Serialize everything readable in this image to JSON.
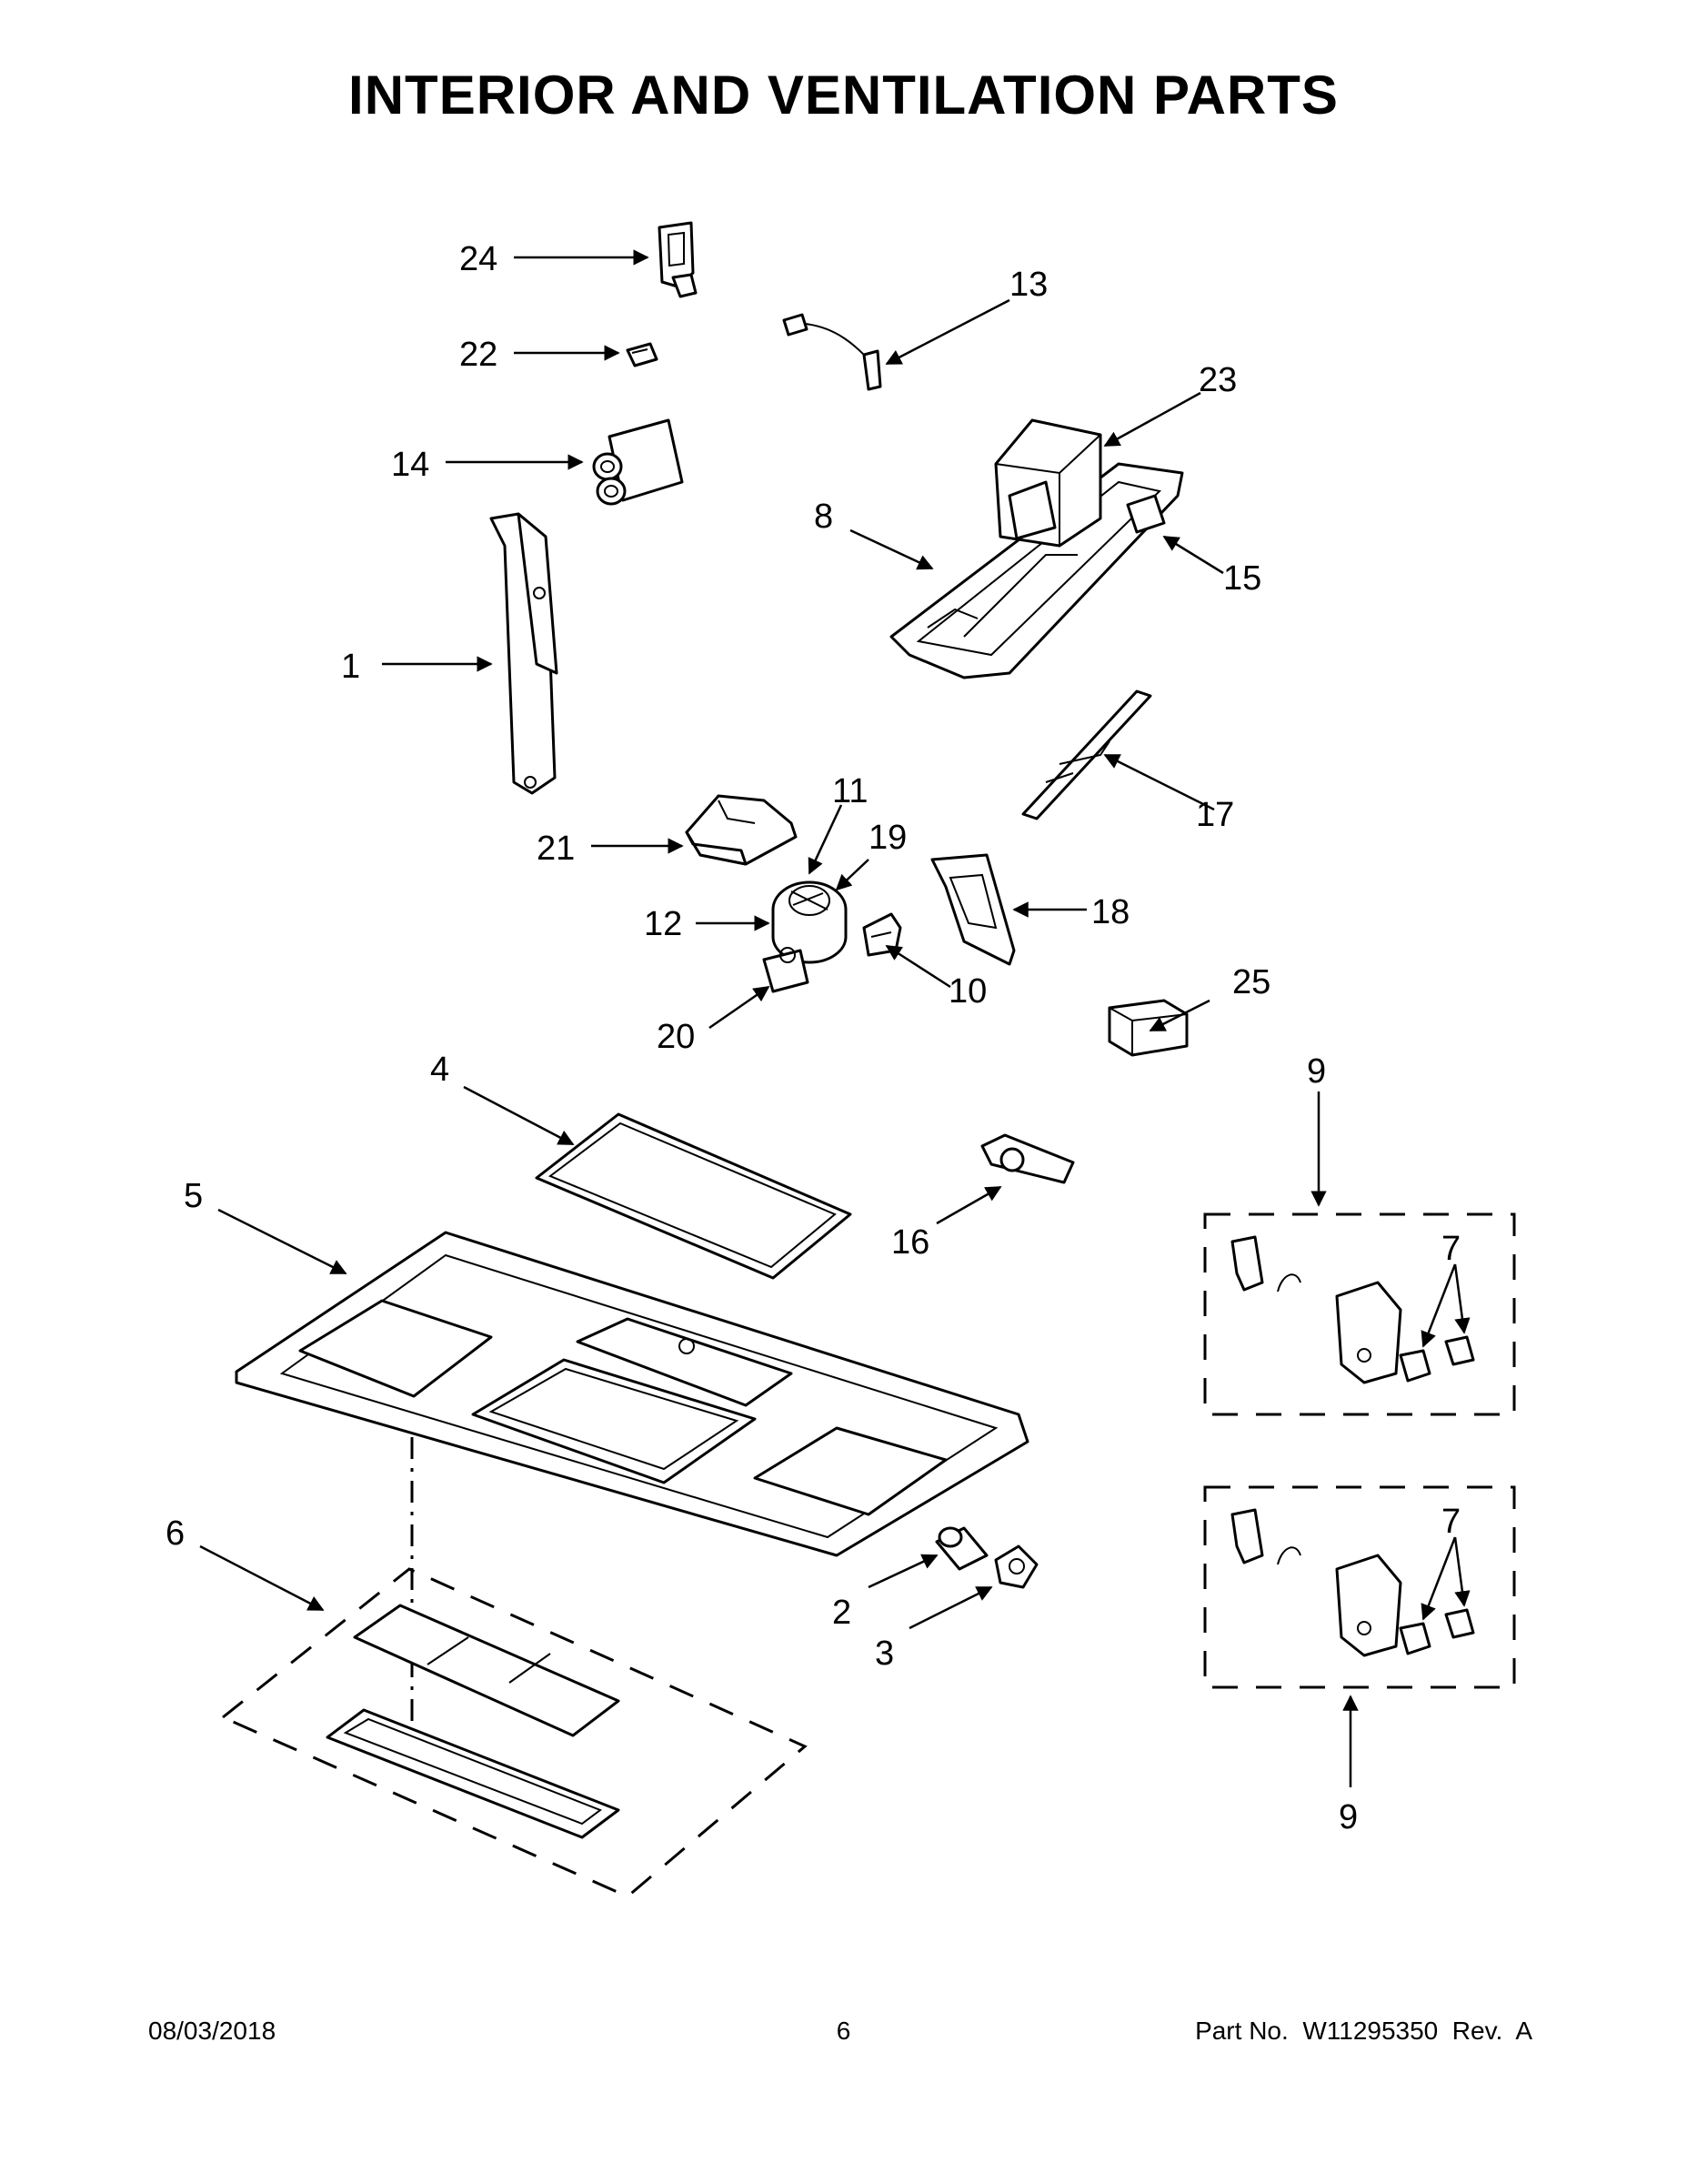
{
  "title": "INTERIOR AND VENTILATION PARTS",
  "callouts": {
    "c1": "1",
    "c2": "2",
    "c3": "3",
    "c4": "4",
    "c5": "5",
    "c6": "6",
    "c7a": "7",
    "c7b": "7",
    "c8": "8",
    "c9a": "9",
    "c9b": "9",
    "c10": "10",
    "c11": "11",
    "c12": "12",
    "c13": "13",
    "c14": "14",
    "c15": "15",
    "c16": "16",
    "c17": "17",
    "c18": "18",
    "c19": "19",
    "c20": "20",
    "c21": "21",
    "c22": "22",
    "c23": "23",
    "c24": "24",
    "c25": "25"
  },
  "footer": {
    "date": "08/03/2018",
    "page": "6",
    "part_no": "Part No.  W11295350  Rev.  A"
  }
}
